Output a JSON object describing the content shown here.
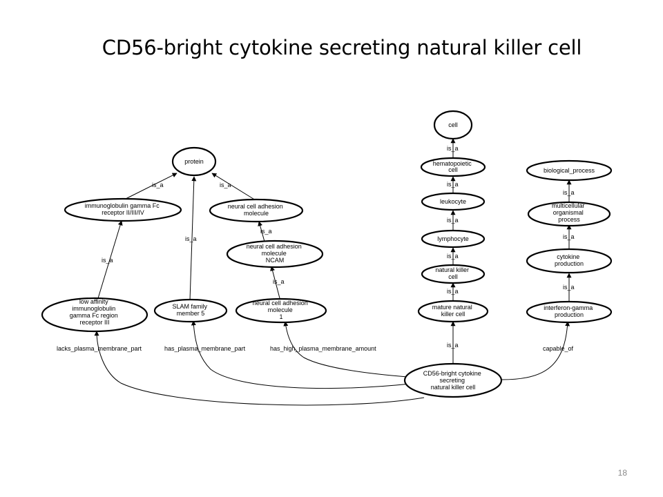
{
  "slide": {
    "title": "CD56-bright cytokine secreting natural killer cell",
    "page_number": "18"
  },
  "diagram": {
    "nodes": {
      "protein": [
        "protein"
      ],
      "fc_receptor": [
        "immunoglobulin gamma Fc",
        "receptor II/III/IV"
      ],
      "ncam": [
        "neural cell adhesion",
        "molecule"
      ],
      "ncam_ncam": [
        "neural cell adhesion",
        "molecule",
        "NCAM"
      ],
      "low_affinity": [
        "low affinity",
        "immunoglobulin",
        "gamma Fc region",
        "receptor III"
      ],
      "slam": [
        "SLAM family",
        "member 5"
      ],
      "ncam1": [
        "neural cell adhesion",
        "molecule",
        "1"
      ],
      "cell": [
        "cell"
      ],
      "hematopoietic": [
        "hematopoietic",
        "cell"
      ],
      "leukocyte": [
        "leukocyte"
      ],
      "lymphocyte": [
        "lymphocyte"
      ],
      "nk_cell": [
        "natural killer",
        "cell"
      ],
      "mature_nk": [
        "mature natural",
        "killer cell"
      ],
      "cd56": [
        "CD56-bright cytokine",
        "secreting",
        "natural killer cell"
      ],
      "bio_process": [
        "biological_process"
      ],
      "multicellular": [
        "multicellular",
        "organismal",
        "process"
      ],
      "cytokine_prod": [
        "cytokine",
        "production"
      ],
      "ifn_gamma": [
        "interferon-gamma",
        "production"
      ]
    },
    "edge_labels": {
      "is_a": "is_a",
      "lacks": "lacks_plasma_membrane_part",
      "has_part": "has_plasma_membrane_part",
      "has_high": "has_high_plasma_membrane_amount",
      "capable": "capable_of"
    }
  }
}
